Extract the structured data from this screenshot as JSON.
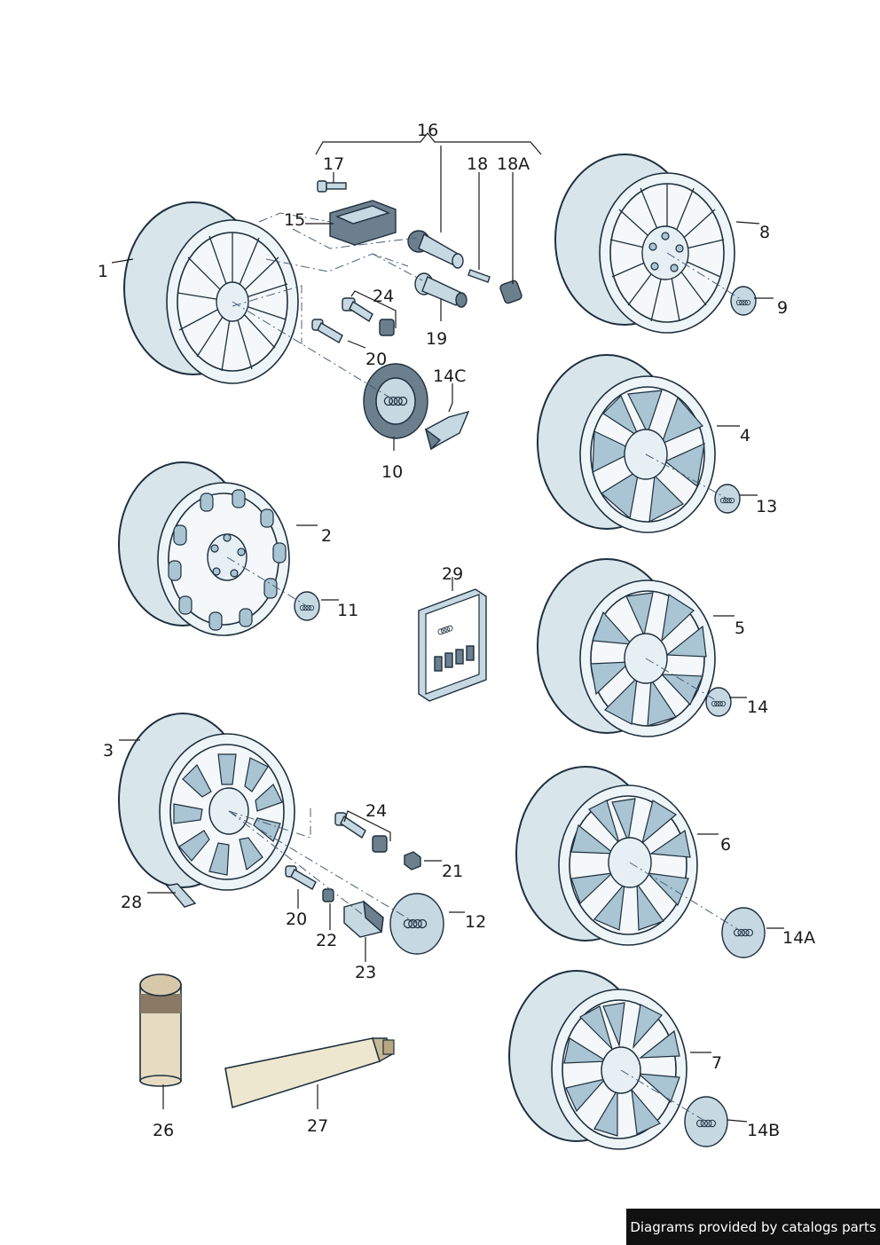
{
  "callouts": {
    "c1": "1",
    "c2": "2",
    "c3": "3",
    "c4": "4",
    "c5": "5",
    "c6": "6",
    "c7": "7",
    "c8": "8",
    "c9": "9",
    "c10": "10",
    "c11": "11",
    "c12": "12",
    "c13": "13",
    "c14": "14",
    "c14A": "14A",
    "c14B": "14B",
    "c14C": "14C",
    "c15": "15",
    "c16": "16",
    "c17": "17",
    "c18": "18",
    "c18A": "18A",
    "c19": "19",
    "c20a": "20",
    "c20b": "20",
    "c21": "21",
    "c22": "22",
    "c23": "23",
    "c24a": "24",
    "c24b": "24",
    "c26": "26",
    "c27": "27",
    "c28": "28",
    "c29": "29"
  },
  "footer": {
    "credit": "Diagrams provided by catalogs parts"
  },
  "icons": {
    "brand": "four-rings-logo-icon"
  }
}
